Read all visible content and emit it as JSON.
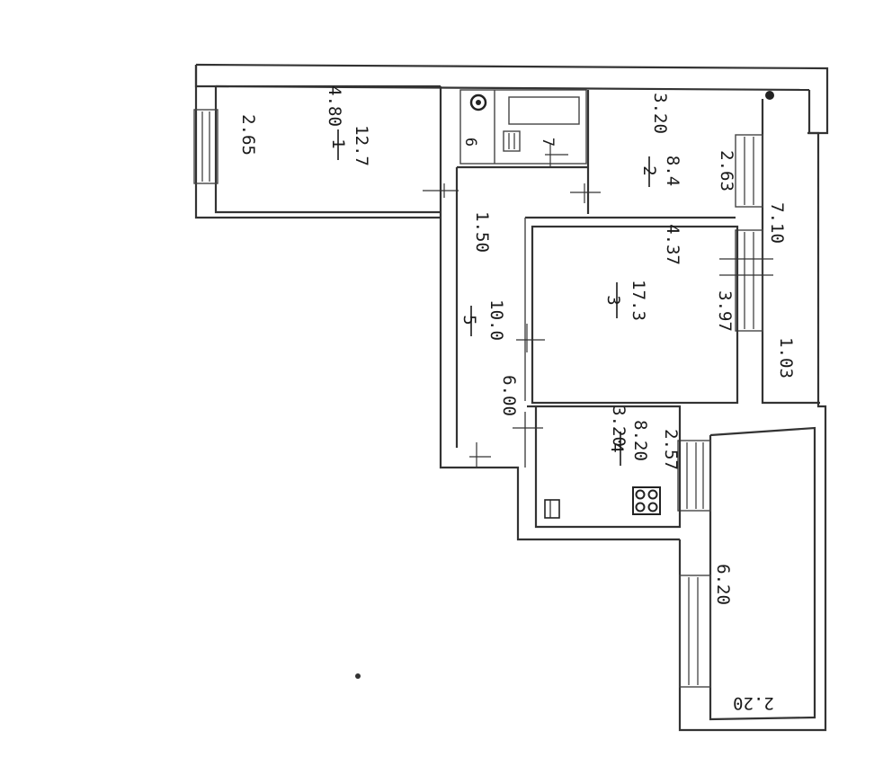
{
  "rooms": [
    {
      "number": "1",
      "area": "12.7",
      "length": "4.80",
      "width": "2.65"
    },
    {
      "number": "2",
      "area": "8.4",
      "length": "3.20",
      "width": "2.63"
    },
    {
      "number": "3",
      "area": "17.3",
      "length": "4.37",
      "width": "3.97"
    },
    {
      "number": "4",
      "area": "8.20",
      "length": "3.20",
      "width": "2.57"
    },
    {
      "number": "5",
      "area": "10.0",
      "length": "6.00",
      "width": "1.50"
    },
    {
      "number": "6"
    },
    {
      "number": "7"
    }
  ],
  "loggia_top": {
    "length": "7.10",
    "area": "1.03"
  },
  "loggia_bottom": {
    "length": "6.20",
    "width": "2.20"
  },
  "colors": {
    "ink": "#333333",
    "paper": "#ffffff"
  }
}
